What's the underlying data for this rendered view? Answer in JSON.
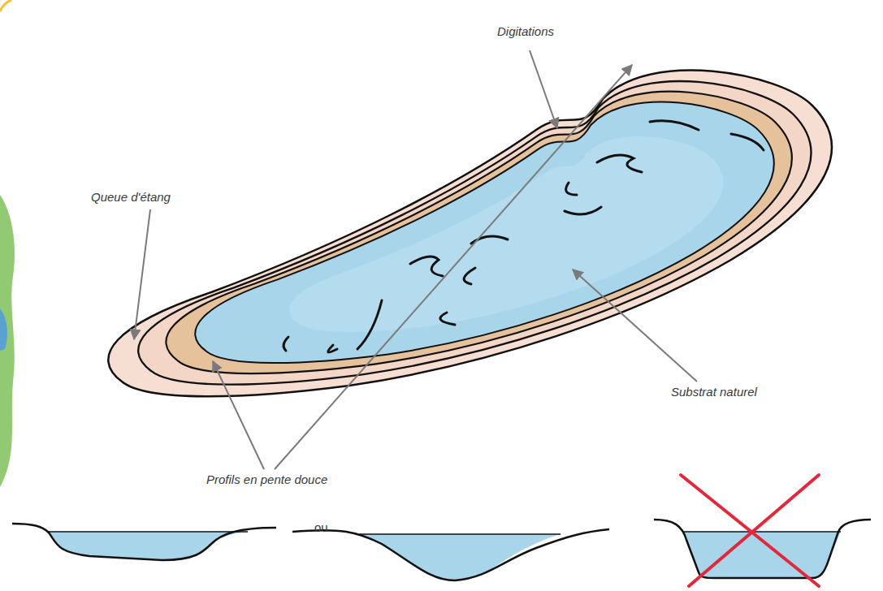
{
  "diagram": {
    "labels": [
      "Digitations",
      "Queue d'étang",
      "Substrat naturel",
      "Profils en pente douce",
      "ou"
    ]
  }
}
